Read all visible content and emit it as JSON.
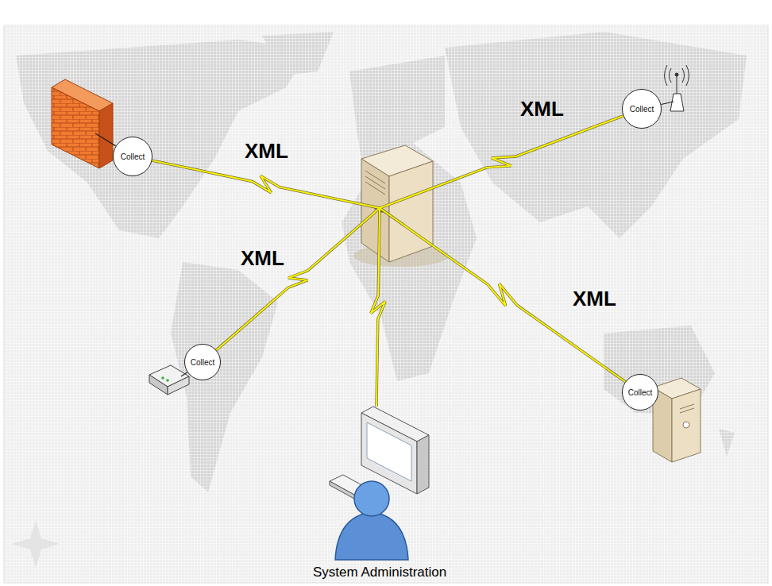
{
  "diagram": {
    "nodes": [
      {
        "text": [
          "Collect"
        ]
      },
      {
        "text": [
          "Collect"
        ]
      },
      {
        "text": [
          "Collect"
        ]
      },
      {
        "text": [
          "Collect"
        ]
      }
    ],
    "labels": [
      "XML",
      "XML",
      "XML",
      "XML",
      "System Administration"
    ]
  }
}
